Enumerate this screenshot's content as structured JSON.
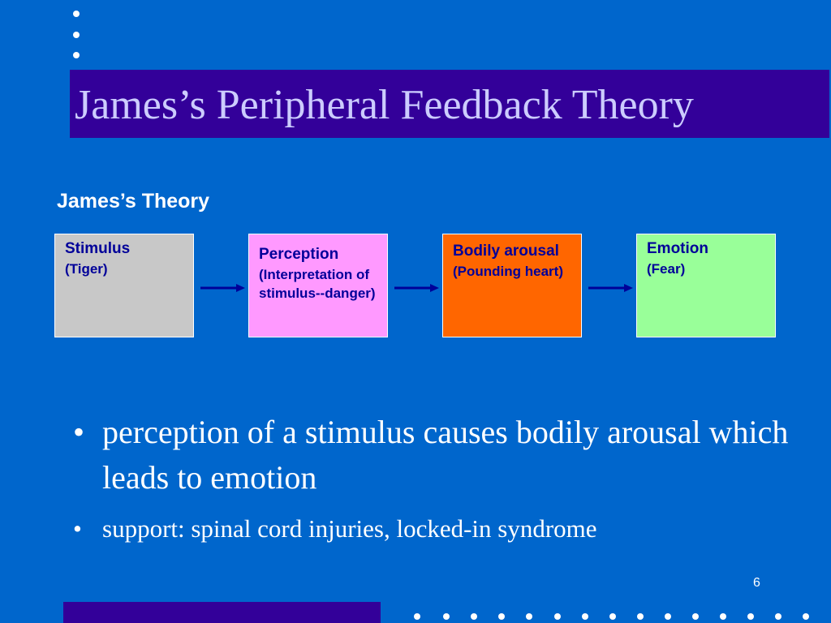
{
  "slide": {
    "title": "James’s Peripheral Feedback Theory",
    "subtitle": "James’s Theory",
    "page_number": "6"
  },
  "diagram": {
    "boxes": [
      {
        "label": "Stimulus",
        "detail": "(Tiger)",
        "color": "#C8C8C8"
      },
      {
        "label": "Perception",
        "detail": "(Interpretation of stimulus--danger)",
        "color": "#FF99FF"
      },
      {
        "label": "Bodily arousal",
        "detail": "(Pounding heart)",
        "color": "#FF6600"
      },
      {
        "label": "Emotion",
        "detail": "(Fear)",
        "color": "#99FF99"
      }
    ]
  },
  "bullets": [
    {
      "mark": "•",
      "text": "perception of a stimulus causes bodily arousal which leads to emotion"
    },
    {
      "mark": "•",
      "text": "support: spinal cord injuries, locked-in syndrome"
    }
  ],
  "colors": {
    "background": "#0066CC",
    "title_bar": "#330099",
    "title_text": "#CCCCFF",
    "box_text": "#000099",
    "arrow": "#000099"
  }
}
